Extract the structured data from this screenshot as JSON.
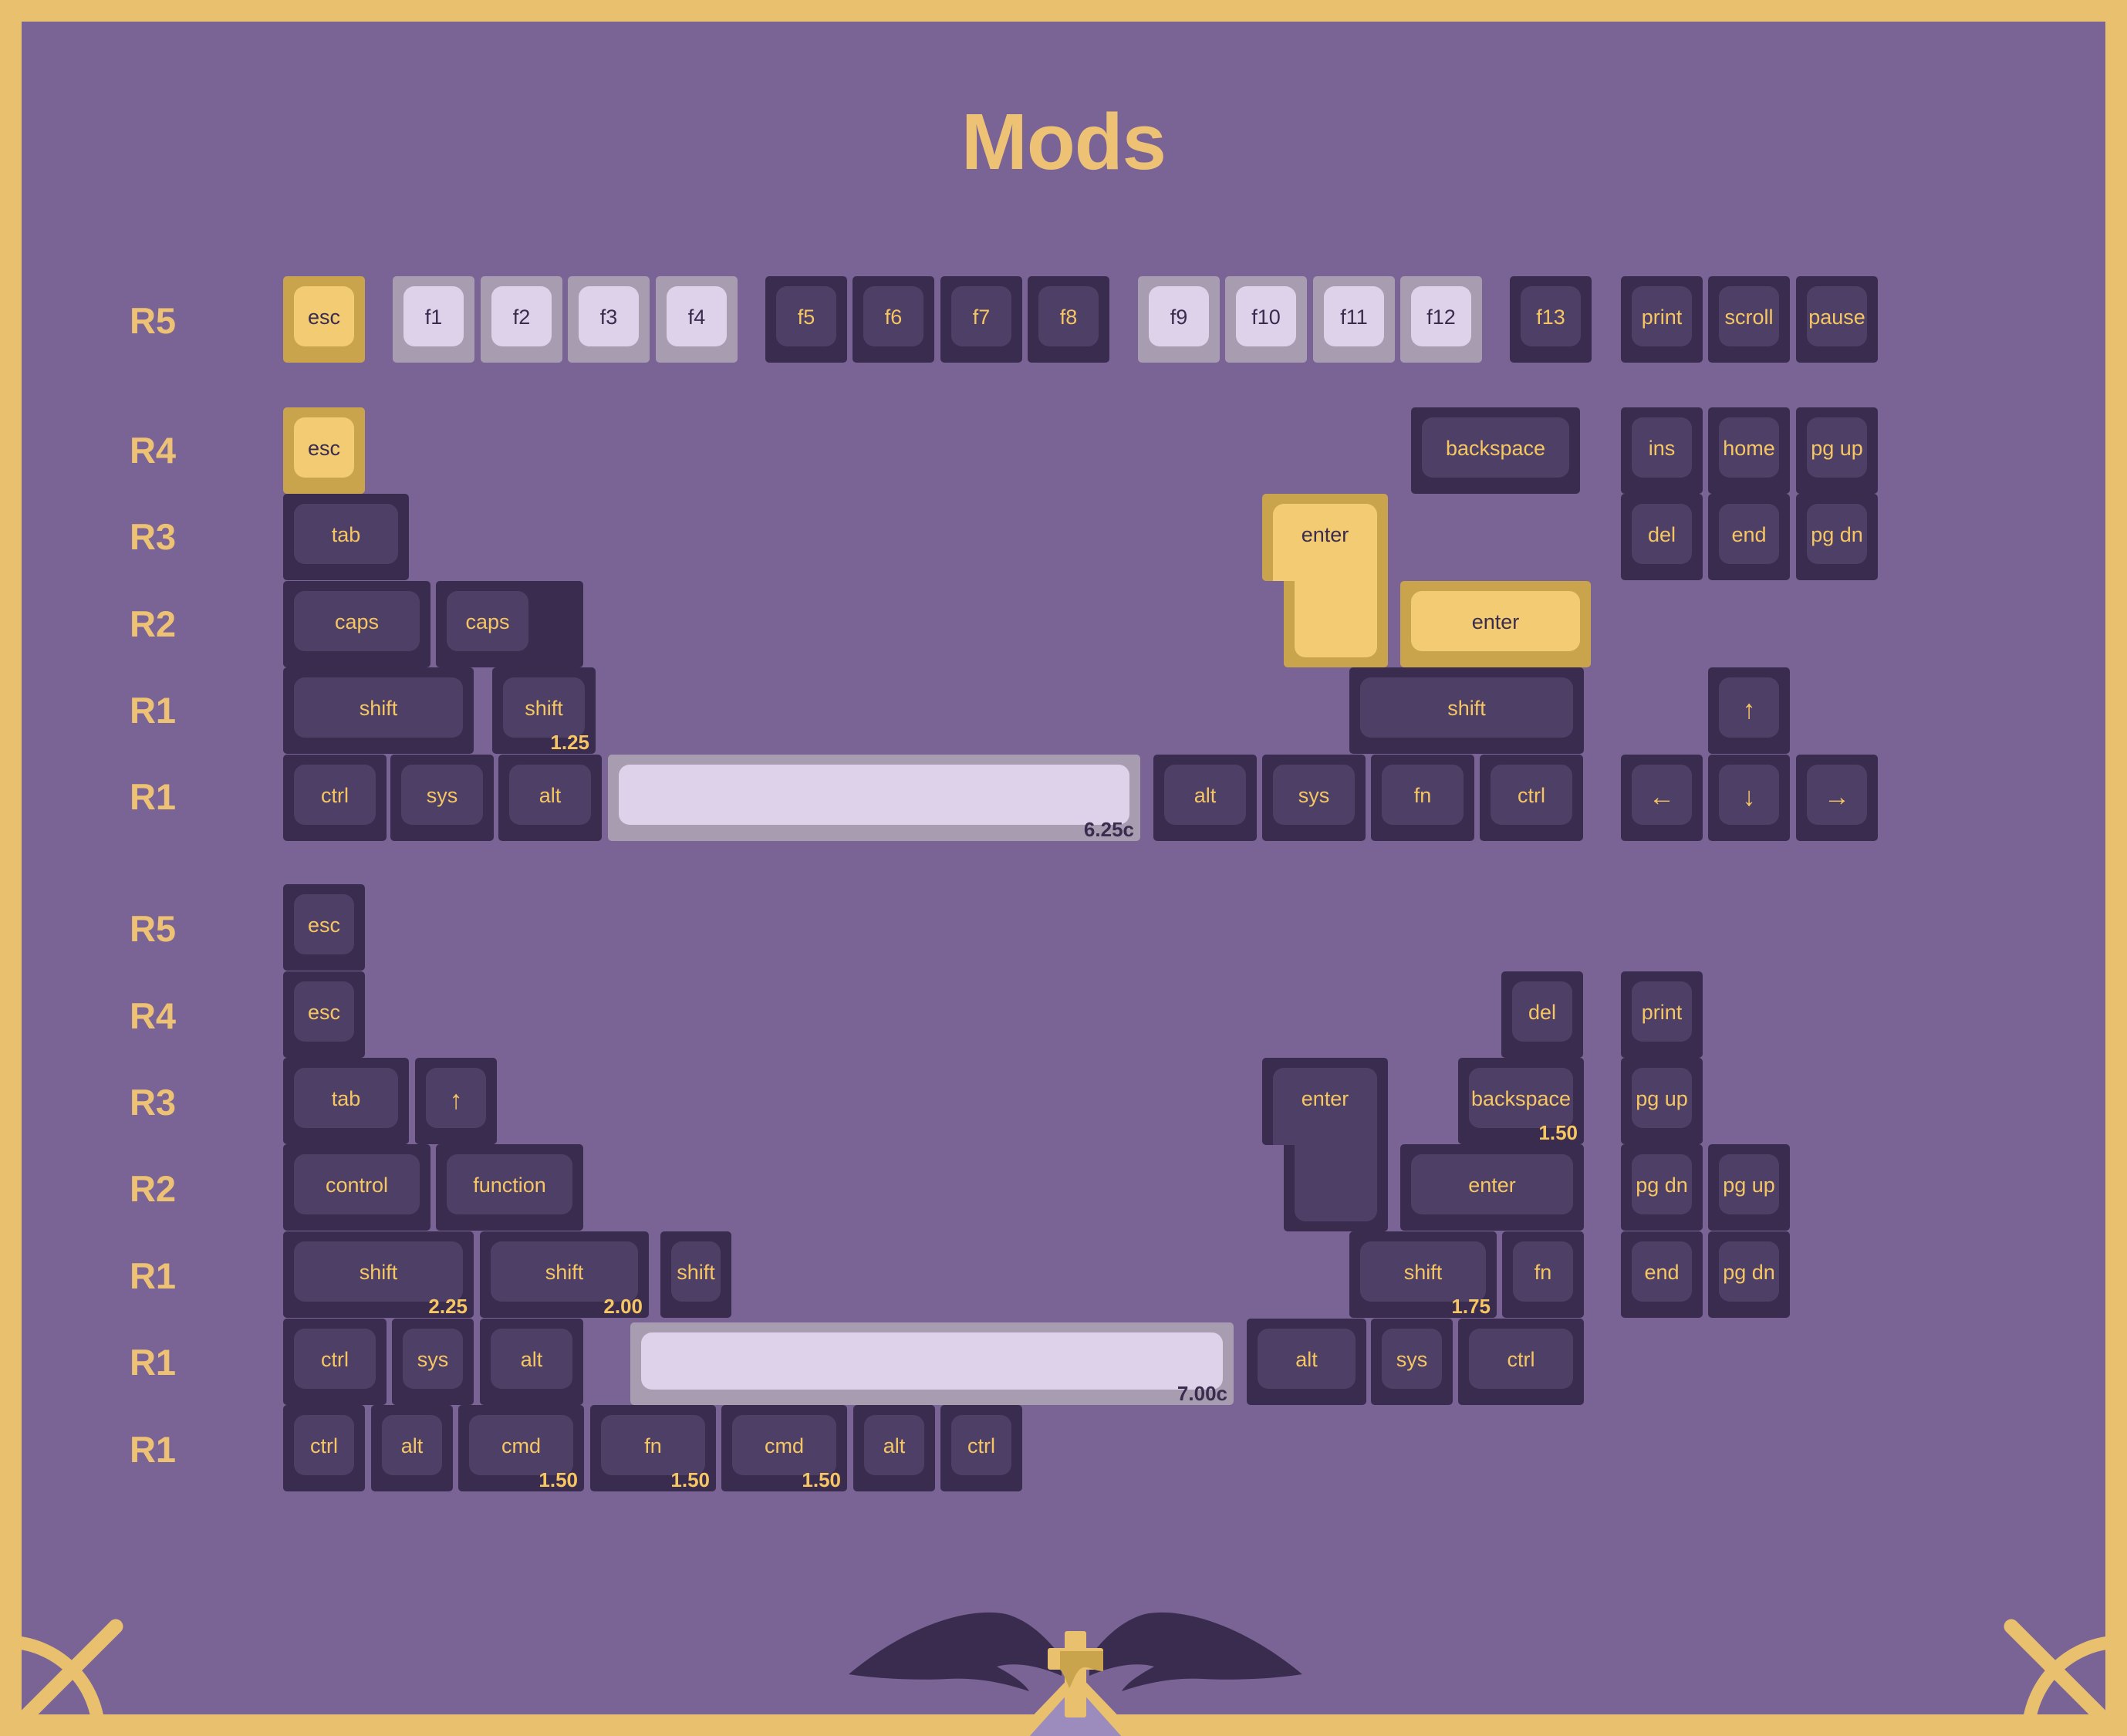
{
  "title": "Mods",
  "colors": {
    "frame": "#e8c06e",
    "panel": "#7a6496",
    "accent": "#eec274",
    "key_dark_body": "#3a2c4e",
    "key_dark_top": "#4e3f66",
    "key_yellow_body": "#c9a44c",
    "key_yellow_top": "#f2cb73",
    "key_light_body": "#a89cb0",
    "key_light_top": "#ddd2ea",
    "legend_yellow": "#f5c662",
    "legend_dark": "#3a2c4e"
  },
  "sections": [
    {
      "name": "upper",
      "rows": [
        {
          "label": "R5"
        },
        {
          "label": "R4"
        },
        {
          "label": "R3"
        },
        {
          "label": "R2"
        },
        {
          "label": "R1"
        },
        {
          "label": "R1"
        }
      ]
    },
    {
      "name": "lower",
      "rows": [
        {
          "label": "R5"
        },
        {
          "label": "R4"
        },
        {
          "label": "R3"
        },
        {
          "label": "R2"
        },
        {
          "label": "R1"
        },
        {
          "label": "R1"
        },
        {
          "label": "R1"
        }
      ]
    }
  ],
  "keys": {
    "r5_esc": "esc",
    "r5_f1": "f1",
    "r5_f2": "f2",
    "r5_f3": "f3",
    "r5_f4": "f4",
    "r5_f5": "f5",
    "r5_f6": "f6",
    "r5_f7": "f7",
    "r5_f8": "f8",
    "r5_f9": "f9",
    "r5_f10": "f10",
    "r5_f11": "f11",
    "r5_f12": "f12",
    "r5_f13": "f13",
    "r5_print": "print",
    "r5_scroll": "scroll",
    "r5_pause": "pause",
    "r4_esc": "esc",
    "r4_backspace": "backspace",
    "r4_ins": "ins",
    "r4_home": "home",
    "r4_pgup": "pg up",
    "r3_tab": "tab",
    "r3_enter_iso": "enter",
    "r3_del": "del",
    "r3_end": "end",
    "r3_pgdn": "pg dn",
    "r2_caps_wide": "caps",
    "r2_caps_stepped": "caps",
    "r2_enter": "enter",
    "r1_shift_left": "shift",
    "r1_shift_125": "shift",
    "r1_shift_125_unit": "1.25",
    "r1_shift_right": "shift",
    "r1_arrow_up": "↑",
    "b1_ctrl": "ctrl",
    "b1_sys": "sys",
    "b1_alt": "alt",
    "b1_space": "",
    "b1_space_unit": "6.25c",
    "b1_alt_r": "alt",
    "b1_sys_r": "sys",
    "b1_fn_r": "fn",
    "b1_ctrl_r": "ctrl",
    "b1_arrow_left": "←",
    "b1_arrow_down": "↓",
    "b1_arrow_right": "→",
    "l_r5_esc": "esc",
    "l_r4_esc": "esc",
    "l_r4_del": "del",
    "l_r4_print": "print",
    "l_r3_tab": "tab",
    "l_r3_arrow_up": "↑",
    "l_r3_enter_iso": "enter",
    "l_r3_backspace": "backspace",
    "l_r3_backspace_unit": "1.50",
    "l_r3_pgup": "pg up",
    "l_r2_control": "control",
    "l_r2_function": "function",
    "l_r2_enter": "enter",
    "l_r2_pgdn": "pg dn",
    "l_r2_pgup": "pg up",
    "l_r1_shift_225": "shift",
    "l_r1_shift_225_unit": "2.25",
    "l_r1_shift_200": "shift",
    "l_r1_shift_200_unit": "2.00",
    "l_r1_shift_small": "shift",
    "l_r1_shift_175": "shift",
    "l_r1_shift_175_unit": "1.75",
    "l_r1_fn": "fn",
    "l_r1_end": "end",
    "l_r1_pgdn": "pg dn",
    "l_b1_ctrl": "ctrl",
    "l_b1_sys": "sys",
    "l_b1_alt": "alt",
    "l_b1_space": "",
    "l_b1_space_unit": "7.00c",
    "l_b1_alt_r": "alt",
    "l_b1_sys_r": "sys",
    "l_b1_ctrl_r": "ctrl",
    "l_b2_ctrl": "ctrl",
    "l_b2_alt": "alt",
    "l_b2_cmd": "cmd",
    "l_b2_cmd_unit": "1.50",
    "l_b2_fn": "fn",
    "l_b2_fn_unit": "1.50",
    "l_b2_cmd2": "cmd",
    "l_b2_cmd2_unit": "1.50",
    "l_b2_alt_r": "alt",
    "l_b2_ctrl_r": "ctrl"
  }
}
